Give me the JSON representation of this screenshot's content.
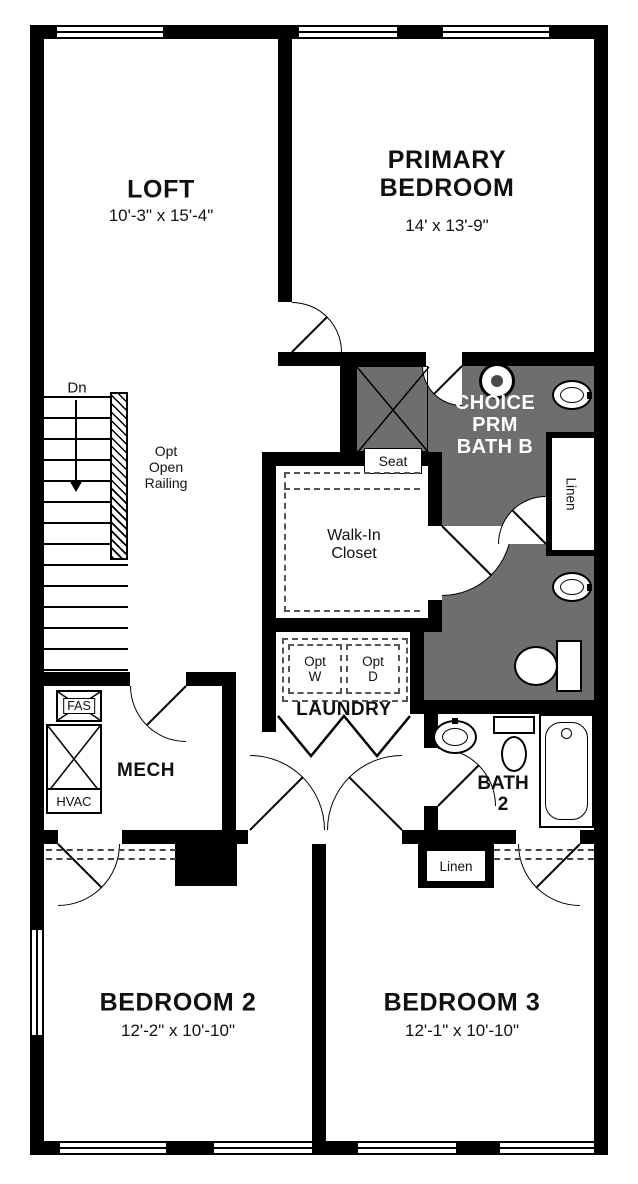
{
  "plan": {
    "colors": {
      "wall": "#000000",
      "bath_fill": "#6e6e6e",
      "background": "#ffffff"
    },
    "rooms": {
      "loft": {
        "name": "LOFT",
        "dims": "10'-3\" x 15'-4\""
      },
      "primary_bedroom": {
        "name_line1": "PRIMARY",
        "name_line2": "BEDROOM",
        "dims": "14' x 13'-9\""
      },
      "primary_bath": {
        "name_line1": "CHOICE",
        "name_line2": "PRM",
        "name_line3": "BATH B"
      },
      "walk_in_closet": {
        "name_line1": "Walk-In",
        "name_line2": "Closet"
      },
      "laundry": {
        "name": "LAUNDRY"
      },
      "mech": {
        "name": "MECH"
      },
      "bath2": {
        "name_line1": "BATH",
        "name_line2": "2"
      },
      "bedroom2": {
        "name": "BEDROOM 2",
        "dims": "12'-2\" x 10'-10\""
      },
      "bedroom3": {
        "name": "BEDROOM 3",
        "dims": "12'-1\" x 10'-10\""
      }
    },
    "labels": {
      "stairs_direction": "Dn",
      "railing_line1": "Opt",
      "railing_line2": "Open",
      "railing_line3": "Railing",
      "shower_seat": "Seat",
      "linen_primary": "Linen",
      "linen_hall": "Linen",
      "washer_line1": "Opt",
      "washer_line2": "W",
      "dryer_line1": "Opt",
      "dryer_line2": "D",
      "fas": "FAS",
      "hvac": "HVAC"
    }
  }
}
